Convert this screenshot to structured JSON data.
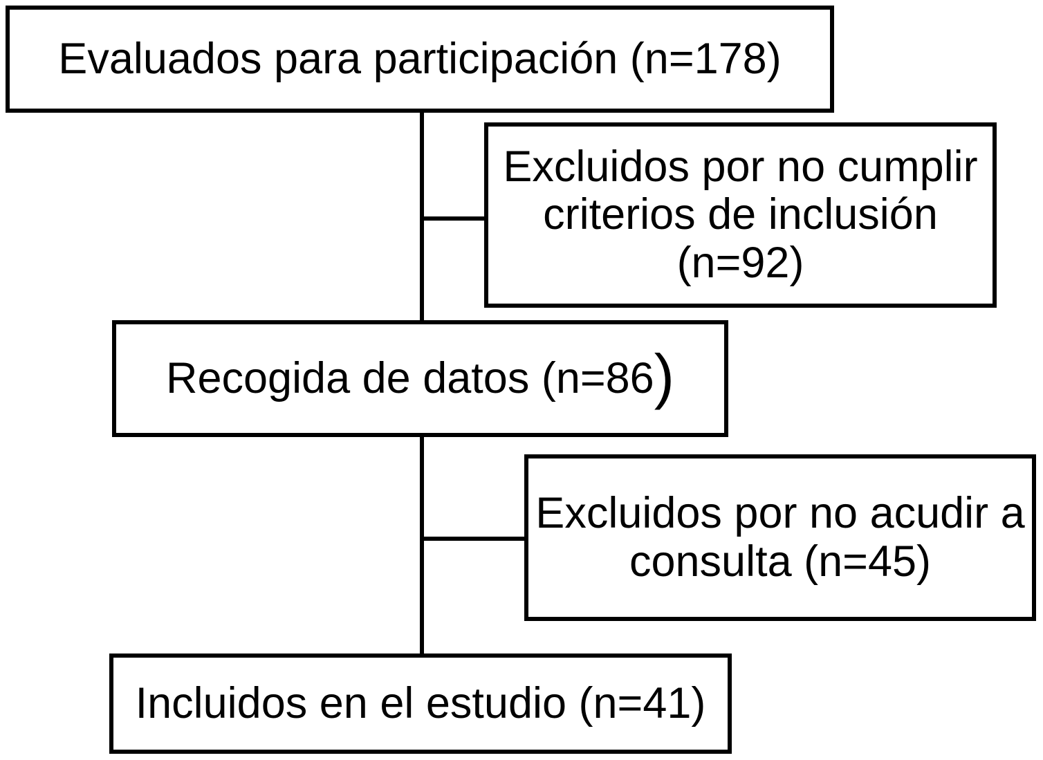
{
  "flowchart": {
    "background_color": "#ffffff",
    "line_color": "#000000",
    "text_color": "#000000",
    "nodes": {
      "assessed": {
        "label": "Evaluados para participación (n=178)",
        "n": 178
      },
      "excluded_criteria": {
        "lines": [
          "Excluidos por no cumplir",
          "criterios de inclusión",
          "(n=92)"
        ],
        "n": 92
      },
      "data_collection": {
        "label_text": "Recogida de datos (n=86",
        "label_paren": ")",
        "n": 86
      },
      "excluded_noshow": {
        "lines": [
          "Excluidos por no acudir a",
          "consulta (n=45)"
        ],
        "n": 45
      },
      "included": {
        "label": "Incluidos en el estudio (n=41)",
        "n": 41
      }
    }
  }
}
